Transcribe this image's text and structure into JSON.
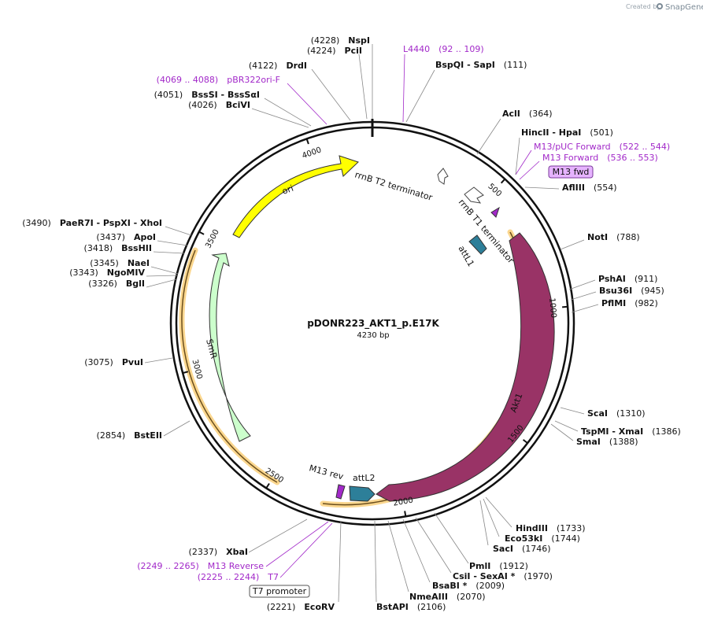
{
  "brand": {
    "created_by": "Created by",
    "name": "SnapGene"
  },
  "plasmid": {
    "name": "pDONR223_AKT1_p.E17K",
    "length_label": "4230 bp",
    "length": 4230
  },
  "ticks": [
    {
      "pos": 500,
      "label": "500"
    },
    {
      "pos": 1000,
      "label": "1000"
    },
    {
      "pos": 1500,
      "label": "1500"
    },
    {
      "pos": 2000,
      "label": "2000"
    },
    {
      "pos": 2500,
      "label": "2500"
    },
    {
      "pos": 3000,
      "label": "3000"
    },
    {
      "pos": 3500,
      "label": "3500"
    },
    {
      "pos": 4000,
      "label": "4000"
    }
  ],
  "features": [
    {
      "name": "ori",
      "label": "ori",
      "color": "#ffff00"
    },
    {
      "name": "SmR",
      "label": "SmR",
      "color": "#ccffcc"
    },
    {
      "name": "Akt1",
      "label": "Akt1",
      "color": "#993366"
    },
    {
      "name": "attL1",
      "label": "attL1",
      "color": "#2d7f99"
    },
    {
      "name": "attL2",
      "label": "attL2",
      "color": "#2d7f99"
    },
    {
      "name": "rrnB T1 terminator",
      "label": "rrnB T1 terminator",
      "color": "#ffffff"
    },
    {
      "name": "rrnB T2 terminator",
      "label": "rrnB T2 terminator",
      "color": "#ffffff"
    },
    {
      "name": "M13 rev",
      "label": "M13 rev",
      "color": "#a229c9"
    }
  ],
  "sites": [
    {
      "pos": "(4228)",
      "name": "NspI"
    },
    {
      "pos": "(4224)",
      "name": "PciI"
    },
    {
      "pos": "(4122)",
      "name": "DrdI"
    },
    {
      "pos": "(4069 .. 4088)",
      "name": "pBR322ori-F",
      "primer": true
    },
    {
      "pos": "(4051)",
      "name": "BssSI  - BssSαI"
    },
    {
      "pos": "(4026)",
      "name": "BciVI"
    },
    {
      "pos": "(3490)",
      "name": "PaeR7I  - PspXI  - XhoI"
    },
    {
      "pos": "(3437)",
      "name": "ApoI"
    },
    {
      "pos": "(3418)",
      "name": "BssHII"
    },
    {
      "pos": "(3345)",
      "name": "NaeI"
    },
    {
      "pos": "(3343)",
      "name": "NgoMIV"
    },
    {
      "pos": "(3326)",
      "name": "BglI"
    },
    {
      "pos": "(3075)",
      "name": "PvuI"
    },
    {
      "pos": "(2854)",
      "name": "BstEII"
    },
    {
      "pos": "(2337)",
      "name": "XbaI"
    },
    {
      "pos": "(2249 .. 2265)",
      "name": "M13 Reverse",
      "primer": true
    },
    {
      "pos": "(2225 .. 2244)",
      "name": "T7",
      "primer": true
    },
    {
      "pos": "(2221)",
      "name": "EcoRV"
    },
    {
      "pos": "(2106)",
      "name": "BstAPI"
    },
    {
      "pos": "(2070)",
      "name": "NmeAIII"
    },
    {
      "pos": "(2009)",
      "name": "BsaBI *"
    },
    {
      "pos": "(1970)",
      "name": "CsiI  - SexAI *"
    },
    {
      "pos": "(1912)",
      "name": "PmlI"
    },
    {
      "pos": "(1746)",
      "name": "SacI"
    },
    {
      "pos": "(1744)",
      "name": "Eco53kI"
    },
    {
      "pos": "(1733)",
      "name": "HindIII"
    },
    {
      "pos": "(1388)",
      "name": "SmaI"
    },
    {
      "pos": "(1386)",
      "name": "TspMI  - XmaI"
    },
    {
      "pos": "(1310)",
      "name": "ScaI"
    },
    {
      "pos": "(982)",
      "name": "PflMI"
    },
    {
      "pos": "(945)",
      "name": "Bsu36I"
    },
    {
      "pos": "(911)",
      "name": "PshAI"
    },
    {
      "pos": "(788)",
      "name": "NotI"
    },
    {
      "pos": "(554)",
      "name": "AflIII"
    },
    {
      "pos": "(536 .. 553)",
      "name": "M13 Forward",
      "primer": true
    },
    {
      "pos": "(522 .. 544)",
      "name": "M13/pUC Forward",
      "primer": true
    },
    {
      "pos": "(501)",
      "name": "HincII  - HpaI"
    },
    {
      "pos": "(364)",
      "name": "AclI"
    },
    {
      "pos": "(111)",
      "name": "BspQI  - SapI"
    },
    {
      "pos": "(92 .. 109)",
      "name": "L4440",
      "primer": true
    }
  ],
  "boxed_labels": [
    {
      "text": "M13 fwd",
      "color": "#e6b3ff"
    },
    {
      "text": "T7 promoter",
      "color": "#ffffff"
    }
  ],
  "colors": {
    "backbone": "#111111",
    "primer": "#a229c9",
    "orf_highlight": "#f7b733"
  }
}
